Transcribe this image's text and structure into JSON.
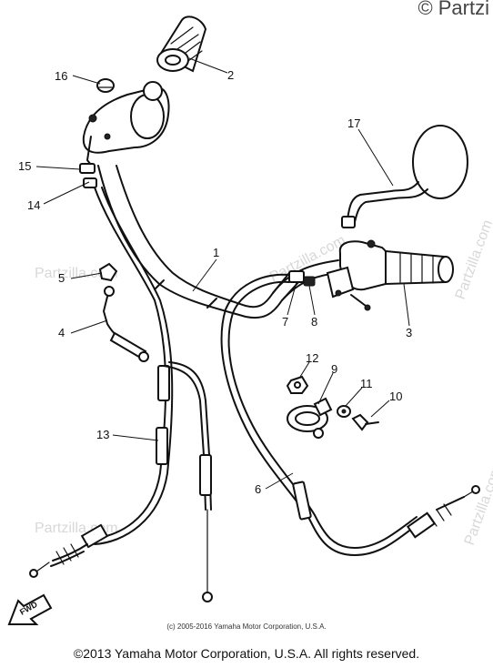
{
  "watermark": "Partzilla.com",
  "watermark_corner": "© Partzi",
  "copyright_small": "(c) 2005-2016 Yamaha Motor Corporation, U.S.A.",
  "copyright_main": "©2013 Yamaha Motor Corporation, U.S.A. All rights reserved.",
  "fwd_label": "FWD",
  "callouts": {
    "c1": "1",
    "c2": "2",
    "c3": "3",
    "c4": "4",
    "c5": "5",
    "c6": "6",
    "c7": "7",
    "c8": "8",
    "c9": "9",
    "c10": "10",
    "c11": "11",
    "c12": "12",
    "c13": "13",
    "c14": "14",
    "c15": "15",
    "c16": "16",
    "c17": "17"
  }
}
